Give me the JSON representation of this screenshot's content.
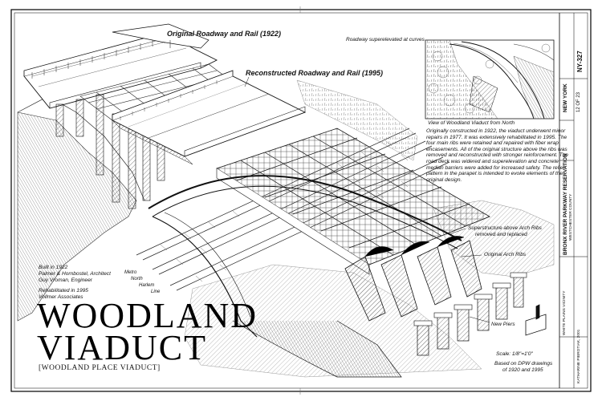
{
  "labels": {
    "original_roadway": "Original Roadway and Rail (1922)",
    "reconstructed_roadway": "Reconstructed Roadway and Rail (1995)",
    "superelevated": "Roadway superelevated at curves",
    "view_caption": "View of Woodland Viaduct from North",
    "superstructure": "Superstructure above Arch Ribs",
    "superstructure_2": "removed and replaced",
    "arch_ribs": "Original Arch Ribs",
    "new_piers": "New Piers",
    "scale": "Scale: 1/8\"=1'0\"",
    "based_on_1": "Based on DPW drawings",
    "based_on_2": "of 1920 and 1995",
    "metro_1": "Metro",
    "metro_2": "North",
    "metro_3": "Harlem",
    "metro_4": "Line"
  },
  "description": "Originally constructed in 1922, the viaduct underwent minor repairs in 1977. It was extensively rehabilitated in 1995. The four main ribs were retained and repaired with fiber wrap encasements. All of the original structure above the ribs was removed and reconstructed with stronger reinforcement. The road deck was widered and superelevation and concrete median barriers were added for increased safety. The relief pattern in the parapet is intended to evoke elements of the original design.",
  "credits": {
    "line1": "Built in 1922",
    "line2": "Palmer & Hornbostel, Architect",
    "line3": "Guy Vroman, Engineer",
    "line4": "Rehabilitated in 1995",
    "line5": "Vollmer Associates"
  },
  "title": {
    "line1": "WOODLAND",
    "line2": "VIADUCT",
    "subtitle": "[WOODLAND PLACE VIADUCT]"
  },
  "title_block": {
    "project": "BRONX RIVER PARKWAY RESERVATION",
    "county": "WESTCHESTER COUNTY",
    "location": "WHITE PLAINS VICINITY",
    "state": "NEW YORK",
    "survey_no": "NY-327",
    "sheet": "12 OF 23",
    "credit": "KATHARINE PIEROTIAK, 2001"
  }
}
